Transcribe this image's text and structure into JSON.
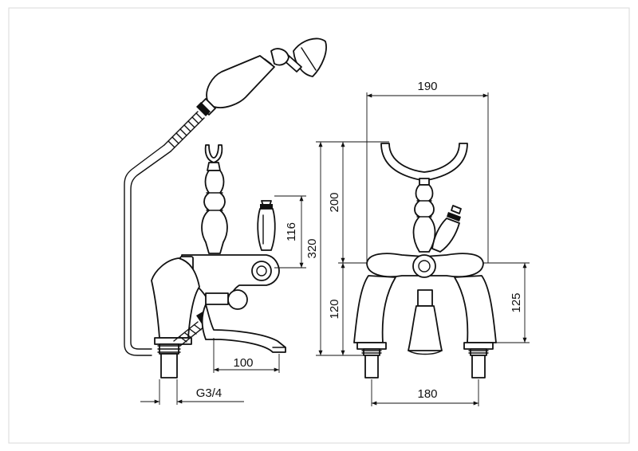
{
  "dimensions": {
    "width_top": "190",
    "bridge_height": "200",
    "total_height": "320",
    "lever_height": "116",
    "base_height_left": "120",
    "base_height_right": "125",
    "spout_reach": "100",
    "thread": "G3/4",
    "centers": "180"
  },
  "colors": {
    "line": "#111111",
    "border": "#d8d8d8",
    "background": "#ffffff"
  }
}
